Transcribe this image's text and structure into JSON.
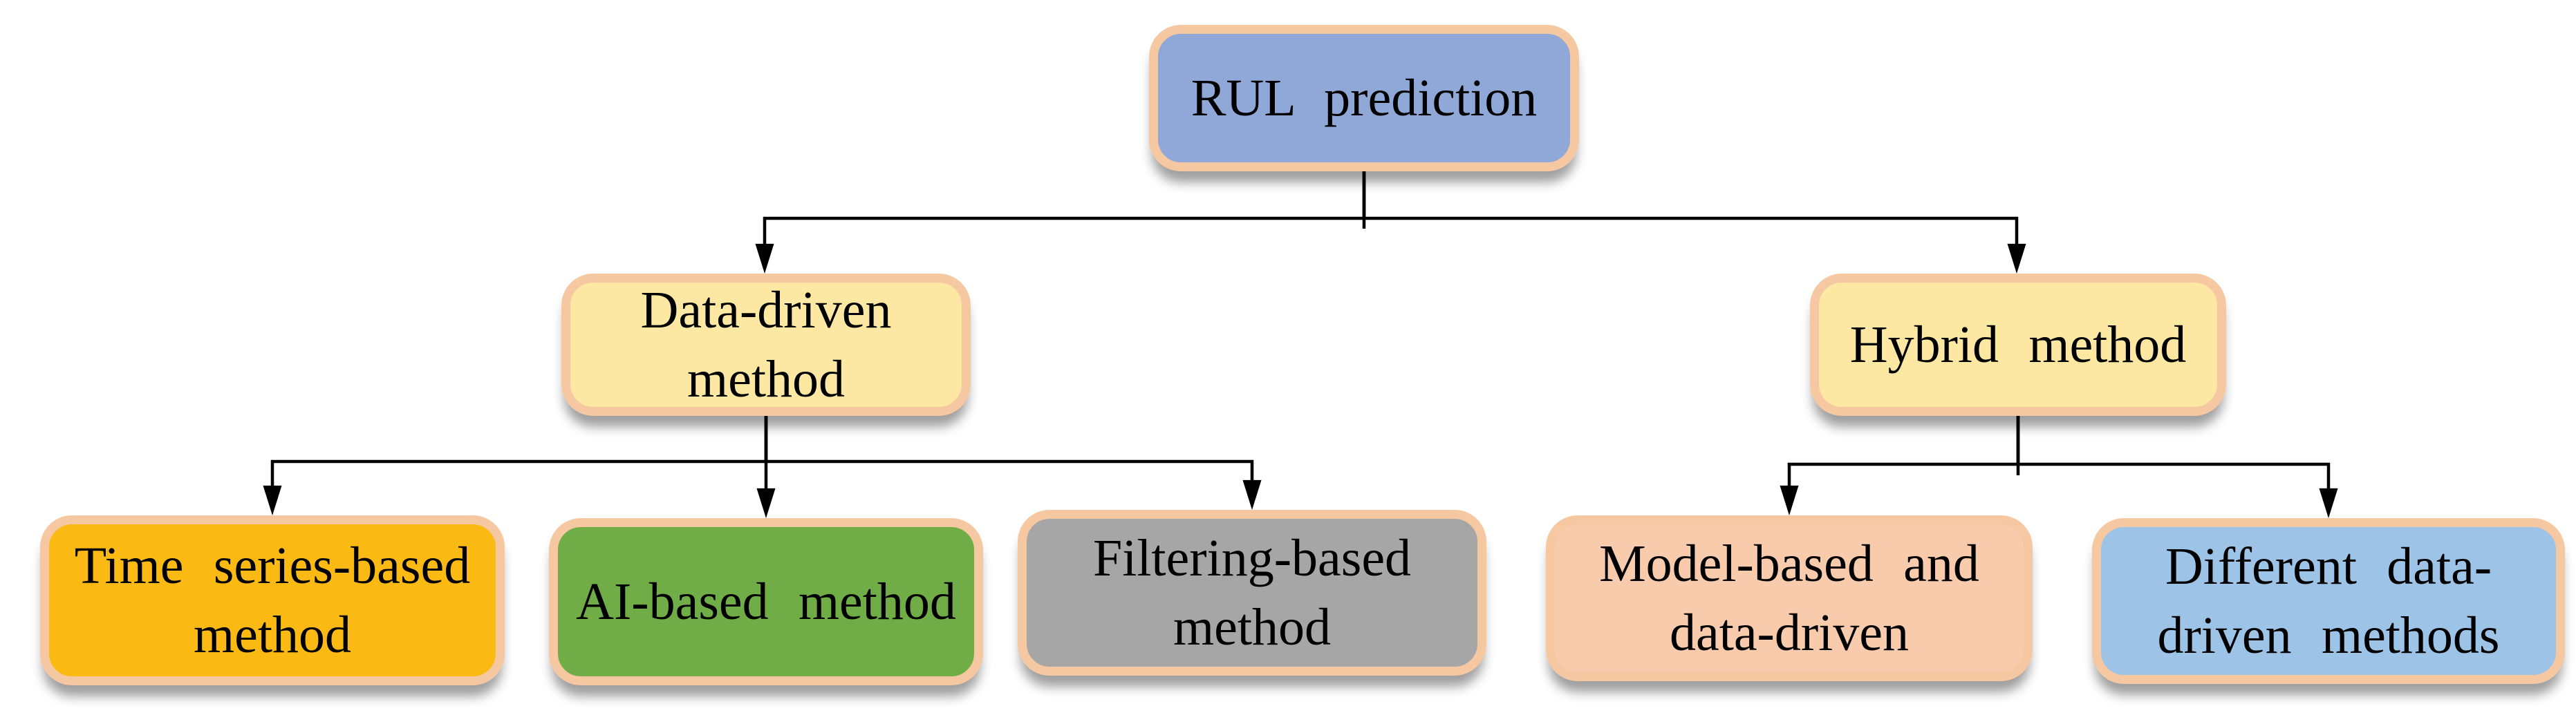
{
  "diagram": {
    "type": "tree-flowchart",
    "root_label": "RUL prediction",
    "palette": {
      "node_border": "#F5C8A2",
      "connector": "#000000",
      "background": "#FFFFFF",
      "text": "#000000"
    },
    "nodes": {
      "rul": {
        "label": "RUL prediction",
        "fill": "#8FA8D8",
        "border": "#F5C8A2",
        "level": 1
      },
      "data_driven": {
        "label": "Data-driven\nmethod",
        "fill": "#FCE8A3",
        "border": "#F5C8A2",
        "level": 2
      },
      "hybrid": {
        "label": "Hybrid method",
        "fill": "#FCE8A3",
        "border": "#F5C8A2",
        "level": 2
      },
      "time_series": {
        "label": "Time series-based\nmethod",
        "fill": "#FBBA13",
        "border": "#F5C8A2",
        "level": 3
      },
      "ai_based": {
        "label": "AI-based method",
        "fill": "#70AD47",
        "border": "#F5C8A2",
        "level": 3
      },
      "filtering": {
        "label": "Filtering-based\nmethod",
        "fill": "#A6A6A6",
        "border": "#F5C8A2",
        "level": 3
      },
      "model_based": {
        "label": "Model-based and\ndata-driven",
        "fill": "#F8CBAD",
        "border": "#F5C8A2",
        "level": 3
      },
      "different_dd": {
        "label": "Different data-\ndriven methods",
        "fill": "#9DC3E6",
        "border": "#F5C8A2",
        "level": 3
      }
    },
    "edges": [
      {
        "from": "rul",
        "to": "data_driven",
        "arrow": true
      },
      {
        "from": "rul",
        "to": "hybrid",
        "arrow": true
      },
      {
        "from": "data_driven",
        "to": "time_series",
        "arrow": true
      },
      {
        "from": "data_driven",
        "to": "ai_based",
        "arrow": true
      },
      {
        "from": "data_driven",
        "to": "filtering",
        "arrow": true
      },
      {
        "from": "hybrid",
        "to": "model_based",
        "arrow": true
      },
      {
        "from": "hybrid",
        "to": "different_dd",
        "arrow": true
      }
    ]
  }
}
